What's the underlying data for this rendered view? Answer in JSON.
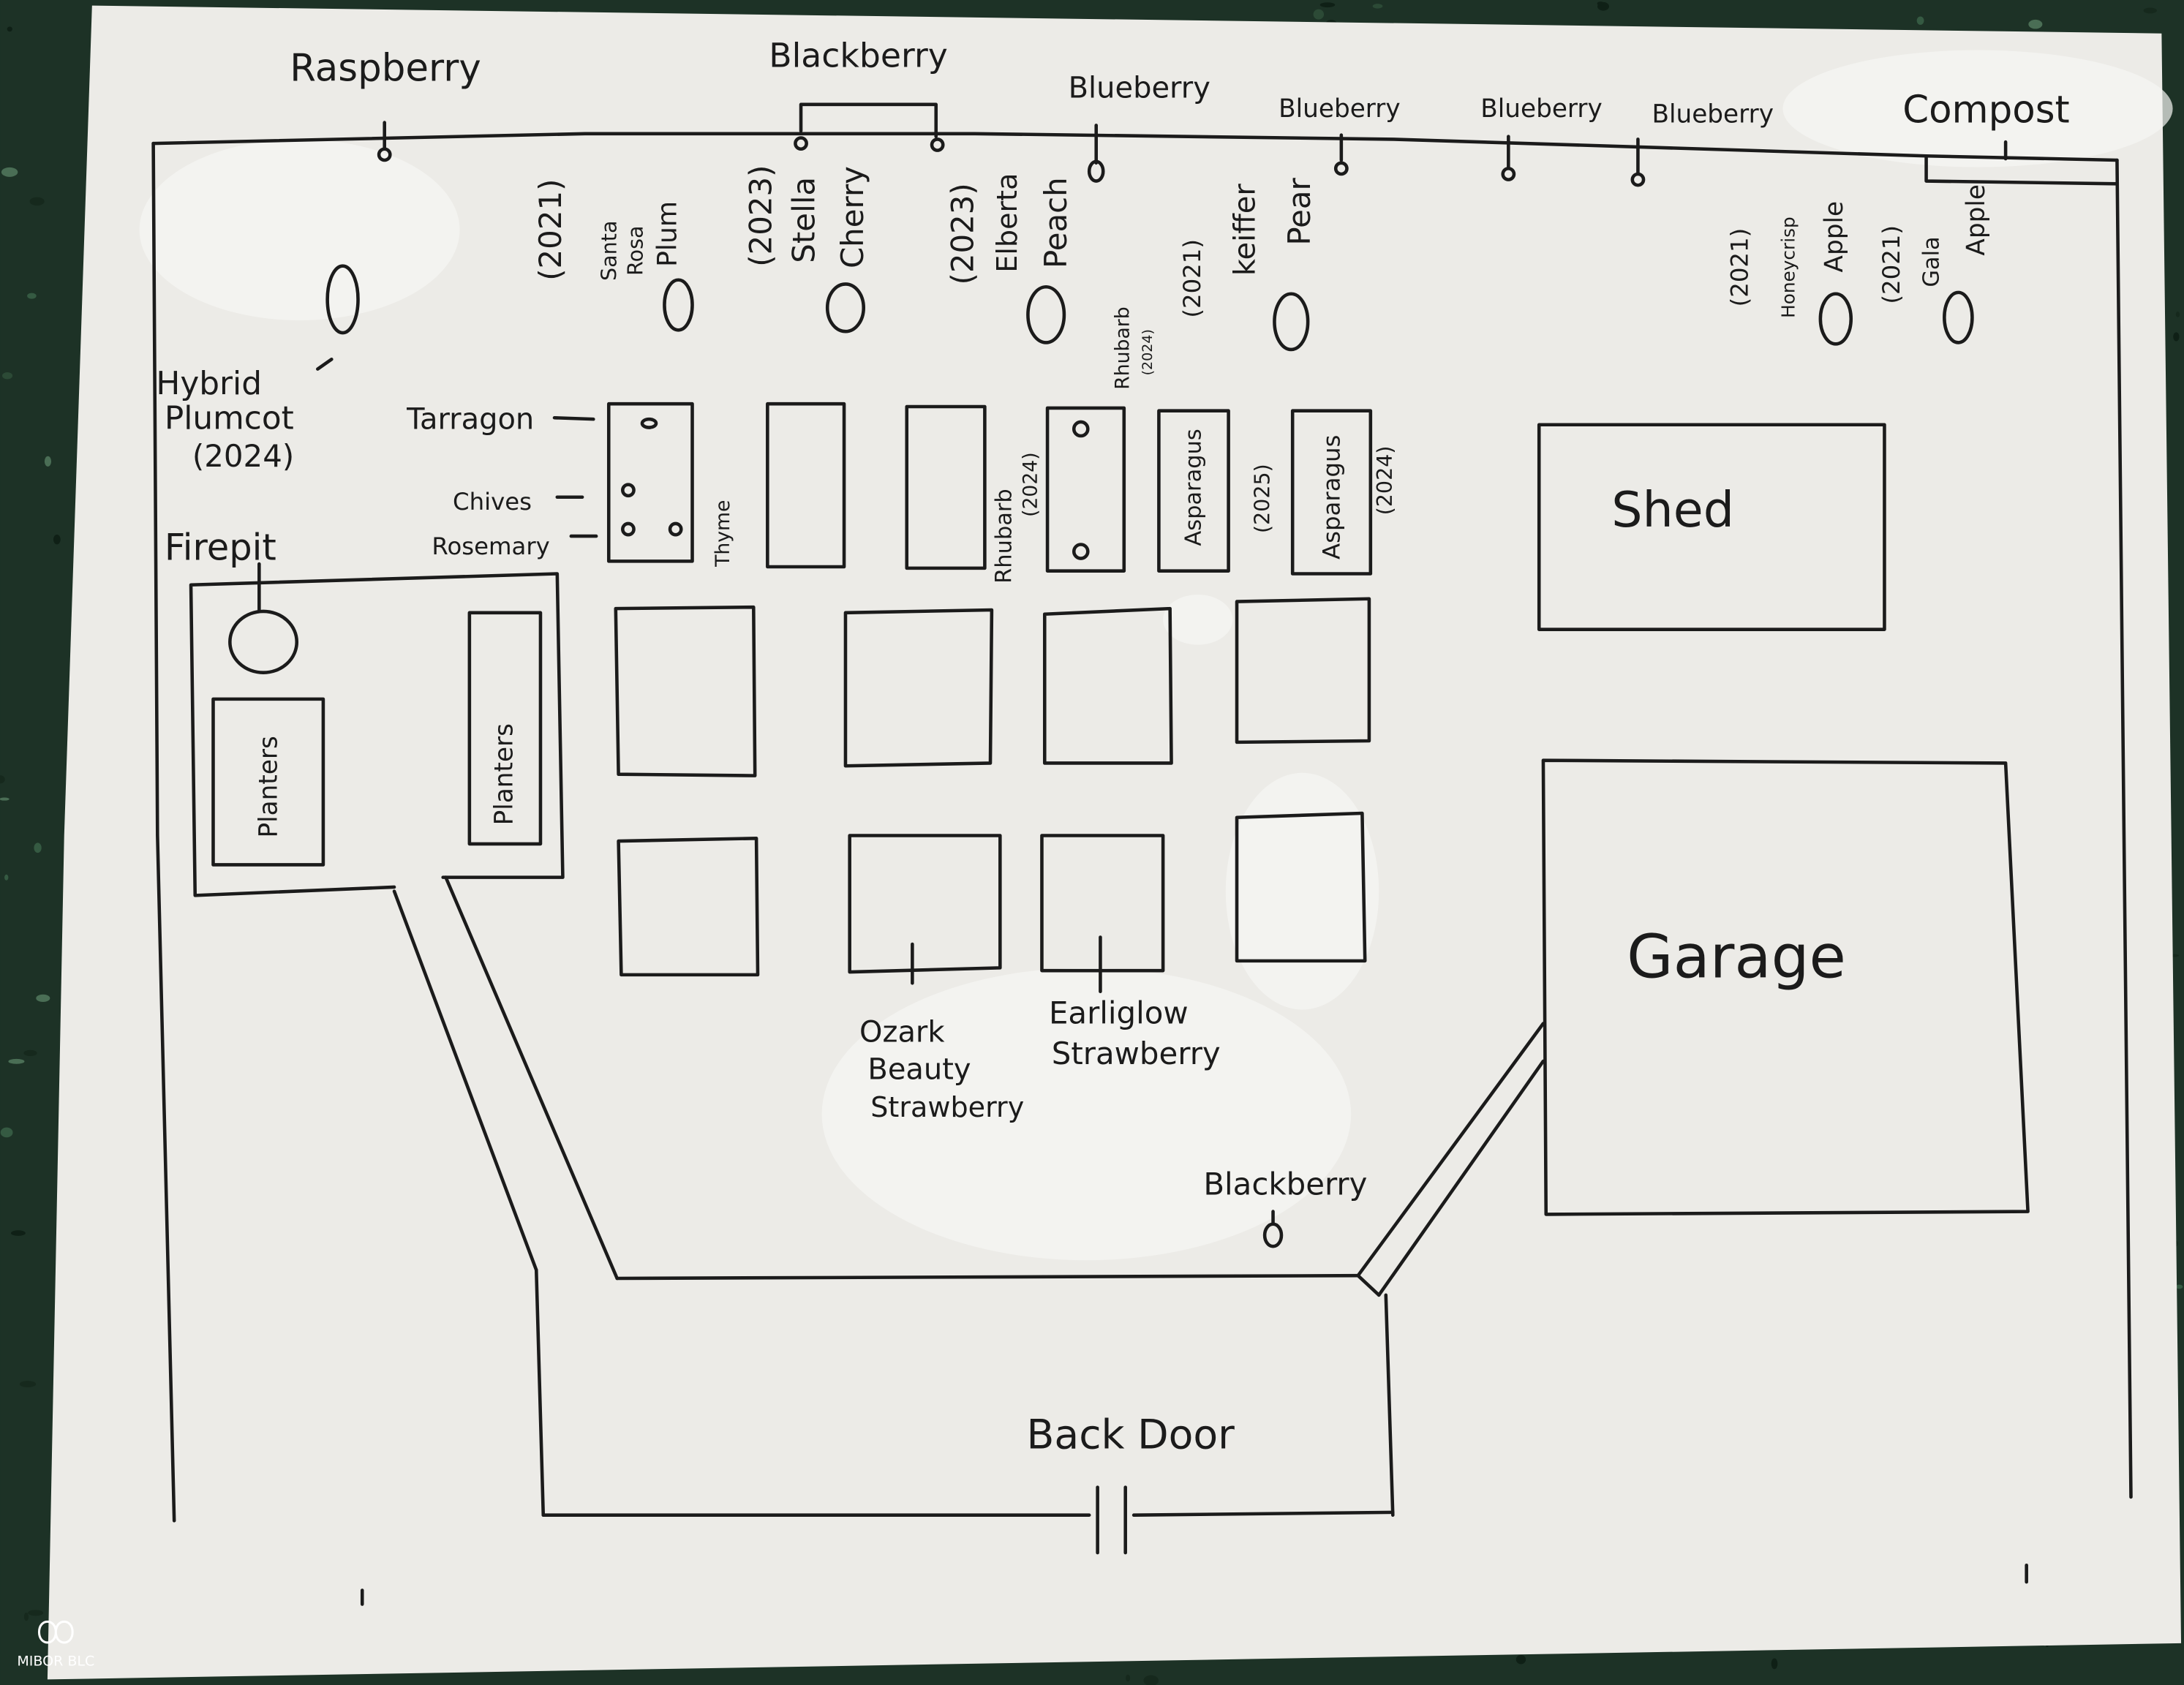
{
  "fence_row": [
    "Raspberry",
    "Blackberry",
    "Blueberry",
    "Blueberry",
    "Blueberry",
    "Blueberry",
    "Compost"
  ],
  "hybrid_plumcot": [
    "Hybrid",
    "Plumcot",
    "(2024)"
  ],
  "trees": [
    {
      "year": "(2021)",
      "variety": [
        "Santa",
        "Rosa"
      ],
      "fruit": "Plum"
    },
    {
      "year": "(2023)",
      "variety": [
        "Stella"
      ],
      "fruit": "Cherry"
    },
    {
      "year": "(2023)",
      "variety": [
        "Elberta"
      ],
      "fruit": "Peach"
    },
    {
      "year": "(2021)",
      "variety": [
        "keiffer"
      ],
      "fruit": "Pear"
    },
    {
      "year": "(2021)",
      "variety": [
        "Honeycrisp"
      ],
      "fruit": "Apple"
    },
    {
      "year": "(2021)",
      "variety": [
        "Gala"
      ],
      "fruit": "Apple"
    }
  ],
  "herbs": {
    "tarragon": "Tarragon",
    "chives": "Chives",
    "rosemary": "Rosemary",
    "thyme": "Thyme"
  },
  "rhubarb": [
    {
      "name": "Rhubarb",
      "year": "(2024)"
    },
    {
      "name": "Rhubarb",
      "year": "(2024)"
    }
  ],
  "asparagus": [
    {
      "name": "Asparagus",
      "year": "(2025)"
    },
    {
      "name": "Asparagus",
      "year": "(2024)"
    }
  ],
  "structures": {
    "firepit": "Firepit",
    "planters": [
      "Planters",
      "Planters"
    ],
    "shed": "Shed",
    "garage": "Garage",
    "back_door": "Back Door"
  },
  "strawberries": [
    [
      "Ozark",
      "Beauty",
      "Strawberry"
    ],
    [
      "Earliglow",
      "Strawberry"
    ]
  ],
  "blackberry_bush": "Blackberry",
  "watermark": "MIBOR BLC",
  "colors": {
    "paper": "#ecebe7",
    "ink": "#1b1b1b",
    "background": "#1d3226"
  }
}
